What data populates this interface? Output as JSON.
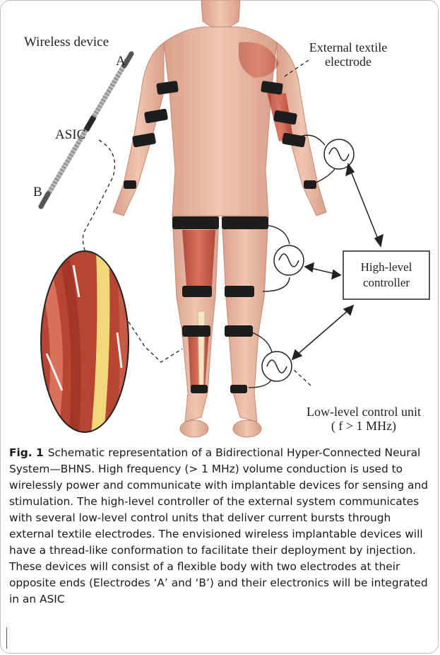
{
  "figure": {
    "labels": {
      "wireless_device": "Wireless device",
      "electrode_a": "A",
      "electrode_b": "B",
      "asic": "ASIC",
      "external_textile_1": "External textile",
      "external_textile_2": "electrode",
      "high_level_1": "High-level",
      "high_level_2": "controller",
      "low_level_1": "Low-level control unit",
      "low_level_2": "( f > 1 MHz)"
    }
  },
  "caption": {
    "fig_number": "Fig. 1",
    "text": "Schematic representation of a Bidirectional Hyper-Connected Neural System—BHNS. High frequency (> 1 MHz) volume conduction is used to wirelessly power and communicate with implantable devices for sensing and stimulation. The high-level controller of the external system communicates with several low-level control units that deliver current bursts through external textile electrodes. The envisioned wireless implantable devices will have a thread-like conformation to facilitate their deployment by injection. These devices will consist of a flexible body with two electrodes at their opposite ends (Electrodes ‘A’ and ‘B’) and their electronics will be integrated in an ASIC"
  },
  "colors": {
    "skin": "#e9b9a1",
    "skin_shadow": "#c98f78",
    "muscle": "#c44a38",
    "band": "#1d1d1d",
    "wire": "#222222"
  }
}
